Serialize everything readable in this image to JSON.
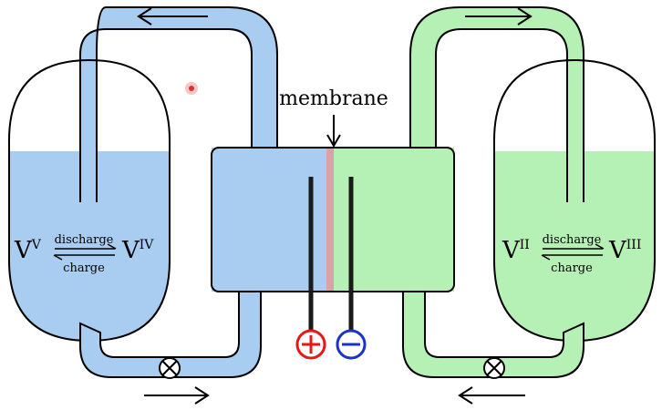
{
  "membrane_label": "membrane",
  "left_tank": {
    "reactant": "V",
    "reactant_sup": "V",
    "product": "V",
    "product_sup": "IV",
    "forward_label": "discharge",
    "reverse_label": "charge"
  },
  "right_tank": {
    "reactant": "V",
    "reactant_sup": "II",
    "product": "V",
    "product_sup": "III",
    "forward_label": "discharge",
    "reverse_label": "charge"
  },
  "electrodes": {
    "positive_symbol": "+",
    "negative_symbol": "−"
  },
  "colors": {
    "positive_electrolyte": "#a8cdf0",
    "negative_electrolyte": "#b5f0b5",
    "membrane": "#d9a3a3",
    "positive_terminal": "#e81717",
    "negative_terminal": "#1a33c9"
  },
  "icons": {
    "pump": "circled-x-icon",
    "flow": "arrow-icon"
  }
}
